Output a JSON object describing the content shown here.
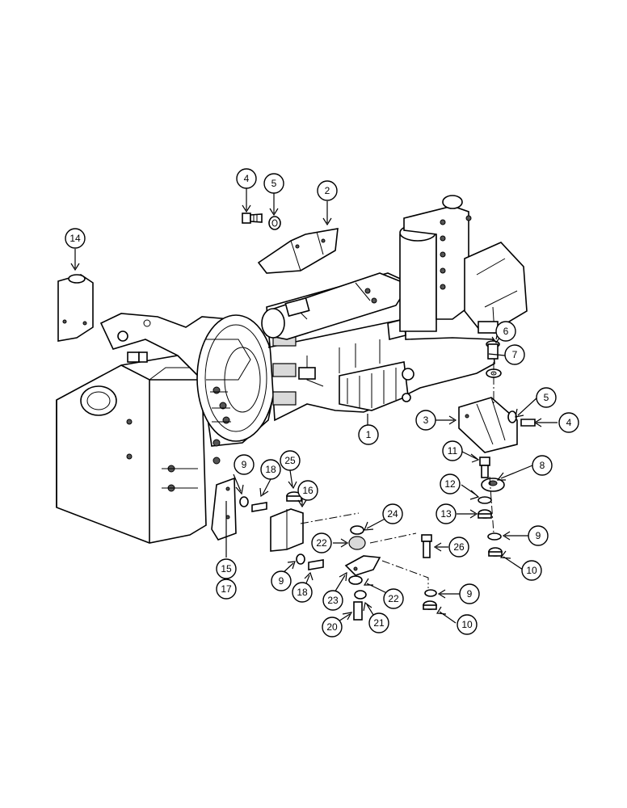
{
  "callouts": [
    {
      "id": "c1",
      "label": "1"
    },
    {
      "id": "c2",
      "label": "2"
    },
    {
      "id": "c3",
      "label": "3"
    },
    {
      "id": "c4a",
      "label": "4"
    },
    {
      "id": "c4b",
      "label": "4"
    },
    {
      "id": "c5a",
      "label": "5"
    },
    {
      "id": "c5b",
      "label": "5"
    },
    {
      "id": "c6",
      "label": "6"
    },
    {
      "id": "c7",
      "label": "7"
    },
    {
      "id": "c8",
      "label": "8"
    },
    {
      "id": "c9a",
      "label": "9"
    },
    {
      "id": "c9b",
      "label": "9"
    },
    {
      "id": "c9c",
      "label": "9"
    },
    {
      "id": "c9d",
      "label": "9"
    },
    {
      "id": "c10a",
      "label": "10"
    },
    {
      "id": "c10b",
      "label": "10"
    },
    {
      "id": "c11",
      "label": "11"
    },
    {
      "id": "c12",
      "label": "12"
    },
    {
      "id": "c13",
      "label": "13"
    },
    {
      "id": "c14",
      "label": "14"
    },
    {
      "id": "c15",
      "label": "15"
    },
    {
      "id": "c16",
      "label": "16"
    },
    {
      "id": "c17",
      "label": "17"
    },
    {
      "id": "c18a",
      "label": "18"
    },
    {
      "id": "c18b",
      "label": "18"
    },
    {
      "id": "c20",
      "label": "20"
    },
    {
      "id": "c21",
      "label": "21"
    },
    {
      "id": "c22a",
      "label": "22"
    },
    {
      "id": "c22b",
      "label": "22"
    },
    {
      "id": "c23",
      "label": "23"
    },
    {
      "id": "c24",
      "label": "24"
    },
    {
      "id": "c25",
      "label": "25"
    },
    {
      "id": "c26",
      "label": "26"
    }
  ]
}
